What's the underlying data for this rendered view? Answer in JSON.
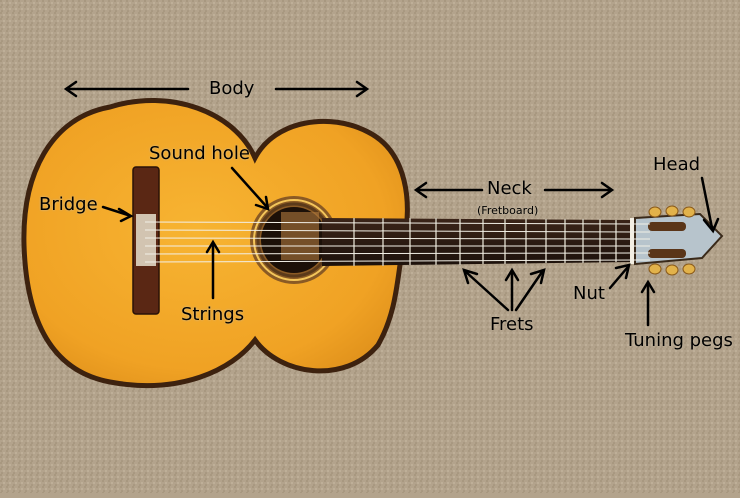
{
  "photo": {
    "colors": {
      "carpet": "#b3a38c",
      "soundboard": "#f0a92a",
      "binding": "#4a2a12",
      "fretboard": "#2a1a12",
      "bridge": "#5a2714",
      "strings": "#f2efe6",
      "head_wood": "#b7c4cc",
      "tuning_pegs": "#e2b24a"
    }
  },
  "labels": {
    "body": "Body",
    "sound_hole": "Sound hole",
    "bridge": "Bridge",
    "strings": "Strings",
    "neck": "Neck",
    "fretboard": "(Fretboard)",
    "head": "Head",
    "nut": "Nut",
    "frets": "Frets",
    "tuning_pegs": "Tuning pegs"
  }
}
